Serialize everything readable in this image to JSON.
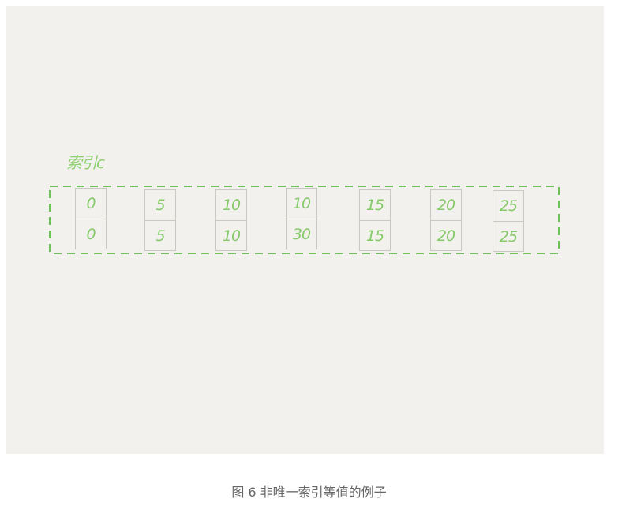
{
  "index_label": "索引c",
  "entries": [
    {
      "c": "0",
      "id": "0"
    },
    {
      "c": "5",
      "id": "5"
    },
    {
      "c": "10",
      "id": "10"
    },
    {
      "c": "10",
      "id": "30"
    },
    {
      "c": "15",
      "id": "15"
    },
    {
      "c": "20",
      "id": "20"
    },
    {
      "c": "25",
      "id": "25"
    }
  ],
  "caption": "图 6 非唯一索引等值的例子",
  "colors": {
    "panel_background": "#f2f1ed",
    "handwriting_green": "#86c96a",
    "dashed_border_green": "#6fc25a",
    "cell_border_gray": "#c9c9c4",
    "caption_gray": "#666666"
  }
}
